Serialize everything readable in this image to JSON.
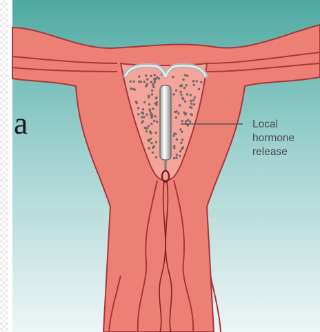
{
  "slide_fragment": "a",
  "diagram": {
    "label_lines": [
      "Local",
      "hormone",
      "release"
    ]
  },
  "colors": {
    "background_top": "#4eaaa1",
    "background_bottom": "#eef5f6",
    "tissue": "#ec8075",
    "tissue_outline": "#a8353a",
    "cavity": "#f3a59a",
    "device": "#c9c9c9",
    "hormone_dots": "#6b6b6b",
    "callout_text": "#4a4a4a"
  }
}
